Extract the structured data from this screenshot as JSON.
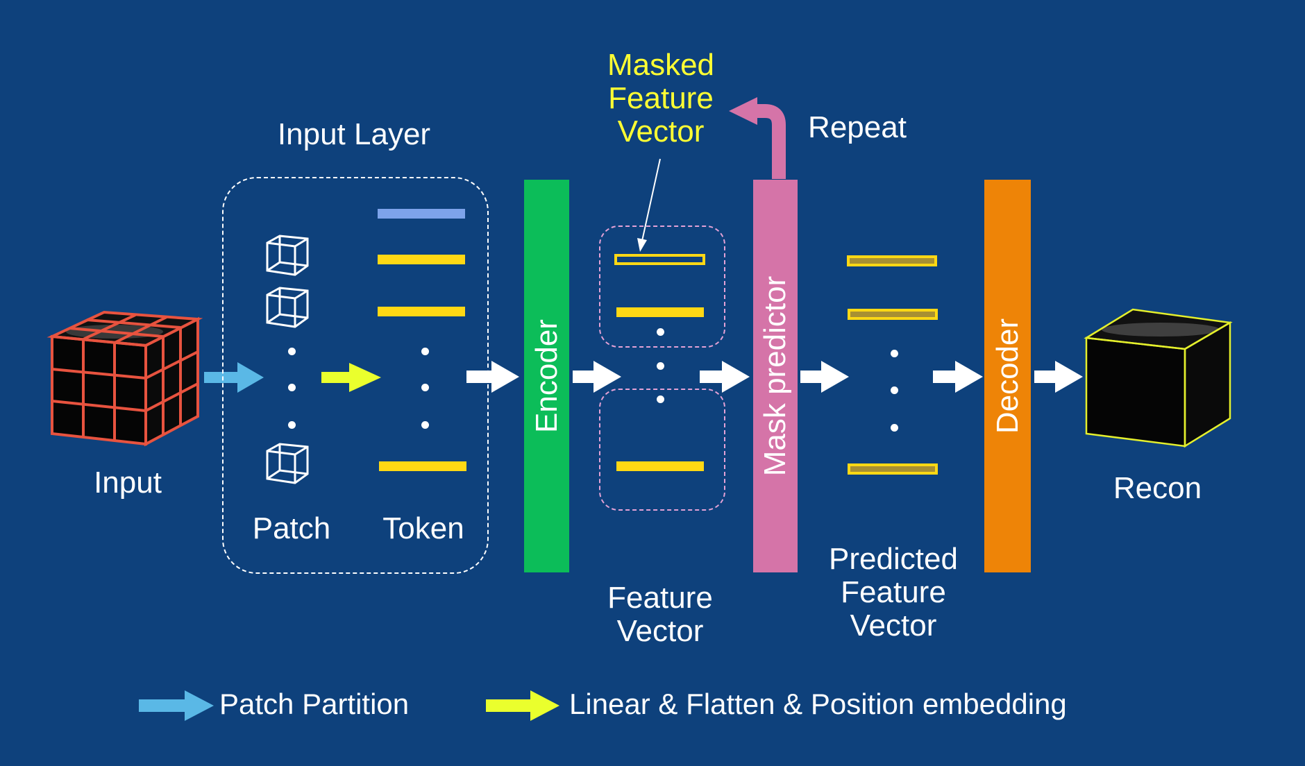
{
  "labels": {
    "input": "Input",
    "input_layer": "Input Layer",
    "patch": "Patch",
    "token": "Token",
    "encoder": "Encoder",
    "masked_feature_vector": [
      "Masked",
      "Feature",
      "Vector"
    ],
    "repeat": "Repeat",
    "mask_predictor": "Mask predictor",
    "feature_vector": [
      "Feature",
      "Vector"
    ],
    "predicted_feature_vector": [
      "Predicted",
      "Feature",
      "Vector"
    ],
    "decoder": "Decoder",
    "recon": "Recon"
  },
  "legend": [
    {
      "icon": "blue-arrow-icon",
      "label": "Patch Partition"
    },
    {
      "icon": "yellow-arrow-icon",
      "label": "Linear & Flatten & Position embedding"
    }
  ],
  "colors": {
    "background": "#0e417c",
    "encoder": "#0cbd59",
    "mask_predictor": "#d574a8",
    "decoder": "#ee8407",
    "token_yellow": "#ffd814",
    "token_blue": "#7da3ea",
    "patch_arrow": "#5ab8e6",
    "embed_arrow": "#eaff2d",
    "input_grid": "#e8533f",
    "recon_edge": "#e5f02c"
  }
}
